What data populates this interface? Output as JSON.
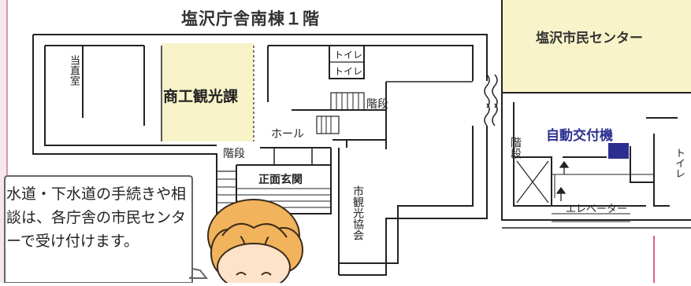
{
  "map": {
    "title": "塩沢庁舎南棟１階",
    "rooms": {
      "duty_room": "当直室",
      "commerce_tourism": "商工観光課",
      "toilet_1": "トイレ",
      "toilet_2": "トイレ",
      "stairs_1": "階段",
      "hall": "ホール",
      "stairs_2": "階段",
      "main_entrance": "正面玄関",
      "tourism_association": "市観光協会",
      "shiozawa_center": "塩沢市民センター",
      "auto_kiosk": "自動交付機",
      "stairs_3": "階段",
      "toilet_3": "トイレ",
      "elevator": "エレベーター"
    },
    "speech_bubble": "水道・下水道の手続きや相談は、各庁舎の市民センターで受け付けます。"
  },
  "colors": {
    "highlight_room": "#f8f3c9",
    "left_band": "#f6e6ee",
    "left_band_line": "#c77a9d",
    "kiosk_accent": "#2c2f8f",
    "pink_line": "#e15a8c",
    "wall": "#222222"
  }
}
